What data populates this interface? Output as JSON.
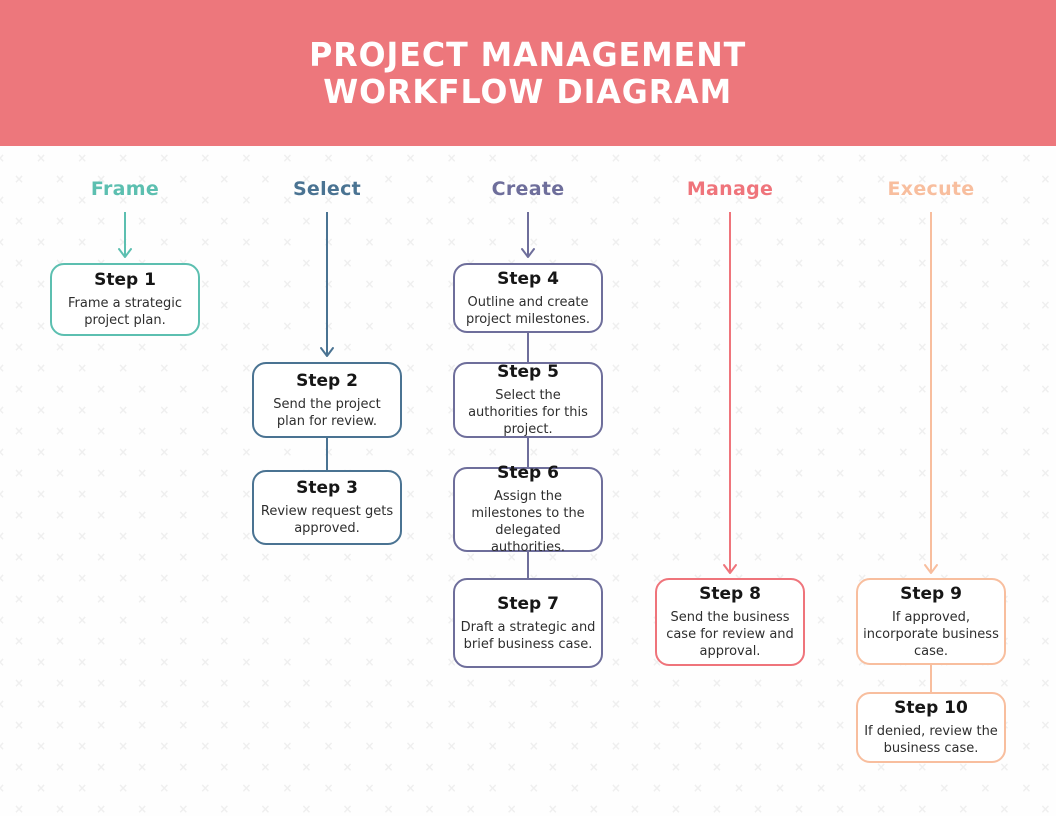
{
  "header": {
    "title_line1": "PROJECT MANAGEMENT",
    "title_line2": "WORKFLOW DIAGRAM",
    "bg_color": "#ED777C",
    "text_color": "#FFFFFF"
  },
  "columns": [
    {
      "label": "Frame",
      "color": "#5CBFB0",
      "steps": [
        {
          "title": "Step 1",
          "description": "Frame a strategic project plan."
        }
      ]
    },
    {
      "label": "Select",
      "color": "#4A7392",
      "steps": [
        {
          "title": "Step 2",
          "description": "Send the project plan for review."
        },
        {
          "title": "Step 3",
          "description": "Review request gets approved."
        }
      ]
    },
    {
      "label": "Create",
      "color": "#6E6E9B",
      "steps": [
        {
          "title": "Step 4",
          "description": "Outline and create project milestones."
        },
        {
          "title": "Step 5",
          "description": "Select the authorities for this project."
        },
        {
          "title": "Step 6",
          "description": "Assign the milestones to the delegated authorities."
        },
        {
          "title": "Step 7",
          "description": "Draft a strategic and brief business case."
        }
      ]
    },
    {
      "label": "Manage",
      "color": "#EF747B",
      "steps": [
        {
          "title": "Step 8",
          "description": "Send the business case for review and approval."
        }
      ]
    },
    {
      "label": "Execute",
      "color": "#F8BE9E",
      "steps": [
        {
          "title": "Step 9",
          "description": "If approved, incorporate business case."
        },
        {
          "title": "Step 10",
          "description": "If denied, review the business case."
        }
      ]
    }
  ]
}
